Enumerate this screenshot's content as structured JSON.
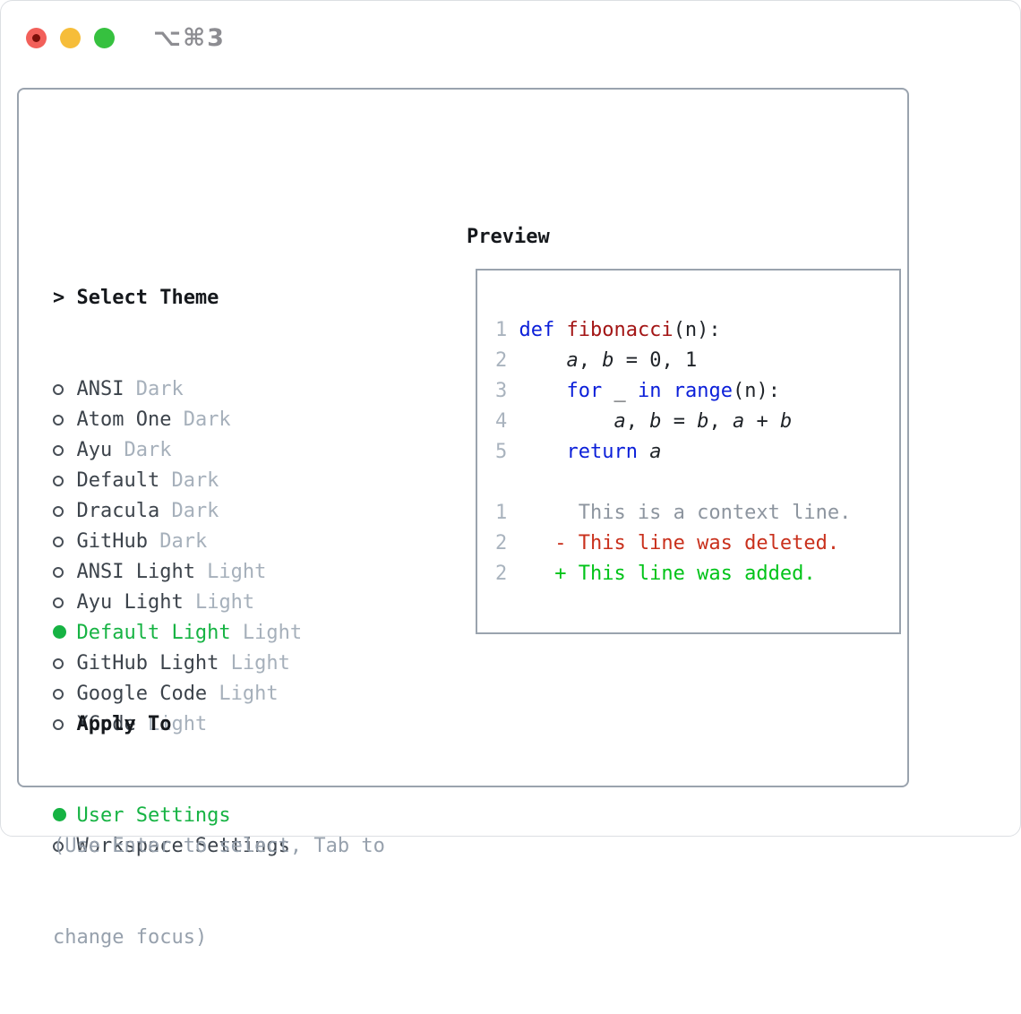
{
  "titlebar": {
    "shortcut": "⌥⌘3"
  },
  "theme_picker": {
    "header_prefix": ">",
    "header": "Select Theme",
    "items": [
      {
        "name": "ANSI",
        "variant": "Dark",
        "selected": false
      },
      {
        "name": "Atom One",
        "variant": "Dark",
        "selected": false
      },
      {
        "name": "Ayu",
        "variant": "Dark",
        "selected": false
      },
      {
        "name": "Default",
        "variant": "Dark",
        "selected": false
      },
      {
        "name": "Dracula",
        "variant": "Dark",
        "selected": false
      },
      {
        "name": "GitHub",
        "variant": "Dark",
        "selected": false
      },
      {
        "name": "ANSI Light",
        "variant": "Light",
        "selected": false
      },
      {
        "name": "Ayu Light",
        "variant": "Light",
        "selected": false
      },
      {
        "name": "Default Light",
        "variant": "Light",
        "selected": true
      },
      {
        "name": "GitHub Light",
        "variant": "Light",
        "selected": false
      },
      {
        "name": "Google Code",
        "variant": "Light",
        "selected": false
      },
      {
        "name": "XCode",
        "variant": "Light",
        "selected": false
      }
    ]
  },
  "apply_to": {
    "header": "Apply To",
    "items": [
      {
        "name": "User Settings",
        "selected": true
      },
      {
        "name": "Workspace Settings",
        "selected": false
      }
    ]
  },
  "hint": {
    "line1": "(Use Enter to select, Tab to",
    "line2": "change focus)"
  },
  "preview": {
    "title": "Preview",
    "code_lines": [
      {
        "num": "1",
        "segs": [
          [
            "def ",
            "kw"
          ],
          [
            "fibonacci",
            "fn"
          ],
          [
            "(n):",
            "pl"
          ]
        ]
      },
      {
        "num": "2",
        "segs": [
          [
            "    ",
            "pl"
          ],
          [
            "a",
            "var"
          ],
          [
            ", ",
            "pl"
          ],
          [
            "b",
            "var"
          ],
          [
            " = 0, 1",
            "pl"
          ]
        ]
      },
      {
        "num": "3",
        "segs": [
          [
            "    ",
            "pl"
          ],
          [
            "for",
            "kw"
          ],
          [
            " _ ",
            "pl"
          ],
          [
            "in",
            "kw"
          ],
          [
            " ",
            "pl"
          ],
          [
            "range",
            "kw"
          ],
          [
            "(n):",
            "pl"
          ]
        ]
      },
      {
        "num": "4",
        "segs": [
          [
            "        ",
            "pl"
          ],
          [
            "a",
            "var"
          ],
          [
            ", ",
            "pl"
          ],
          [
            "b",
            "var"
          ],
          [
            " = ",
            "pl"
          ],
          [
            "b",
            "var"
          ],
          [
            ", ",
            "pl"
          ],
          [
            "a",
            "var"
          ],
          [
            " + ",
            "pl"
          ],
          [
            "b",
            "var"
          ]
        ]
      },
      {
        "num": "5",
        "segs": [
          [
            "    ",
            "pl"
          ],
          [
            "return",
            "kw"
          ],
          [
            " ",
            "pl"
          ],
          [
            "a",
            "var"
          ]
        ]
      },
      {
        "num": "",
        "segs": []
      },
      {
        "num": "1",
        "segs": [
          [
            "     This is a context line.",
            "ctx"
          ]
        ]
      },
      {
        "num": "2",
        "segs": [
          [
            "   - This line was deleted.",
            "del"
          ]
        ]
      },
      {
        "num": "2",
        "segs": [
          [
            "   + This line was added.",
            "add"
          ]
        ]
      }
    ]
  },
  "colors": {
    "selected_green": "#16b343",
    "keyword_blue": "#0b1fd9",
    "function_red": "#a31515",
    "diff_deleted_red": "#c9301c",
    "diff_added_green": "#00c318",
    "muted_gray": "#a6b0bb",
    "panel_border_gray": "#9aa3ae",
    "traffic_red": "#f2605a",
    "traffic_yellow": "#f6bd3a",
    "traffic_green": "#36c13f"
  }
}
